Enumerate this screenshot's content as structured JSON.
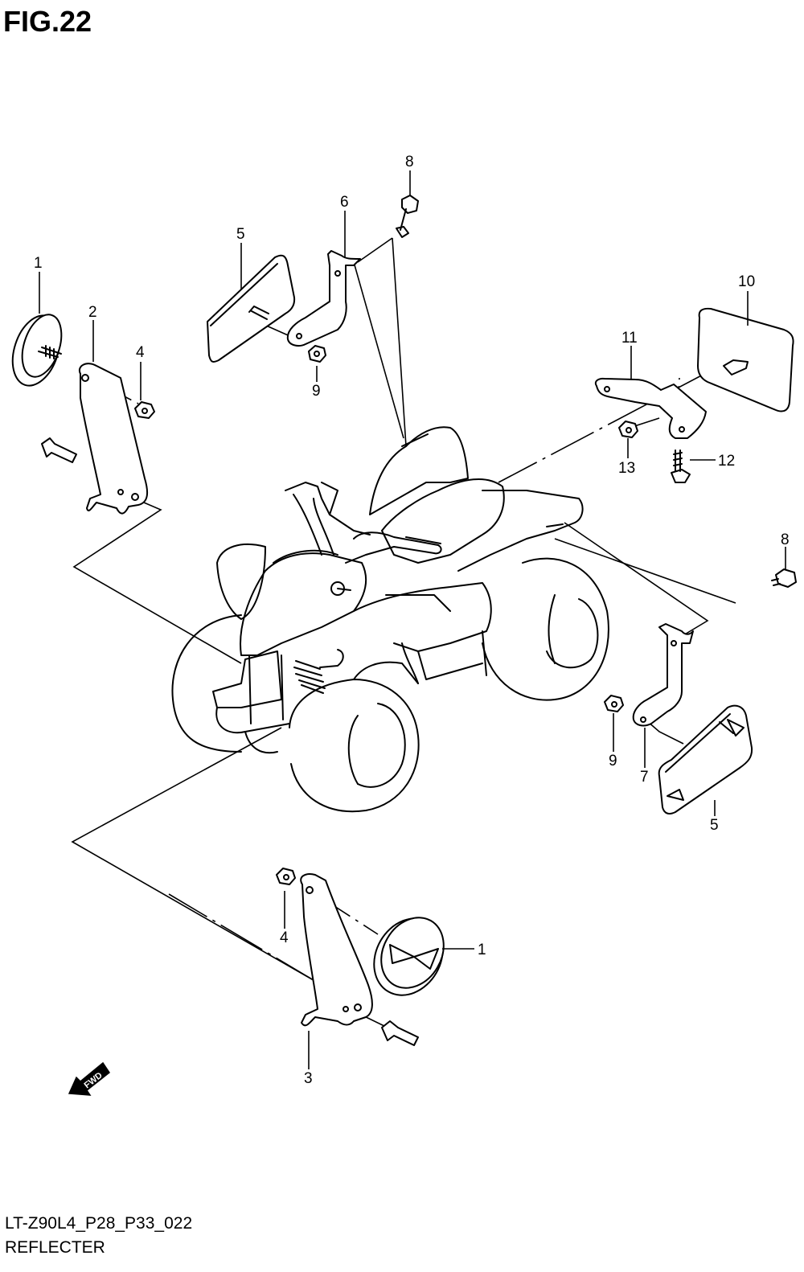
{
  "figure": {
    "title": "FIG.22",
    "code": "LT-Z90L4_P28_P33_022",
    "caption": "REFLECTER"
  },
  "direction_badge": "FWD",
  "callouts": [
    {
      "id": "c1a",
      "label": "1"
    },
    {
      "id": "c2",
      "label": "2"
    },
    {
      "id": "c4a",
      "label": "4"
    },
    {
      "id": "c5a",
      "label": "5"
    },
    {
      "id": "c6",
      "label": "6"
    },
    {
      "id": "c8a",
      "label": "8"
    },
    {
      "id": "c9a",
      "label": "9"
    },
    {
      "id": "c10",
      "label": "10"
    },
    {
      "id": "c11",
      "label": "11"
    },
    {
      "id": "c12",
      "label": "12"
    },
    {
      "id": "c13",
      "label": "13"
    },
    {
      "id": "c8b",
      "label": "8"
    },
    {
      "id": "c9b",
      "label": "9"
    },
    {
      "id": "c7",
      "label": "7"
    },
    {
      "id": "c5b",
      "label": "5"
    },
    {
      "id": "c4b",
      "label": "4"
    },
    {
      "id": "c1b",
      "label": "1"
    },
    {
      "id": "c3",
      "label": "3"
    }
  ]
}
